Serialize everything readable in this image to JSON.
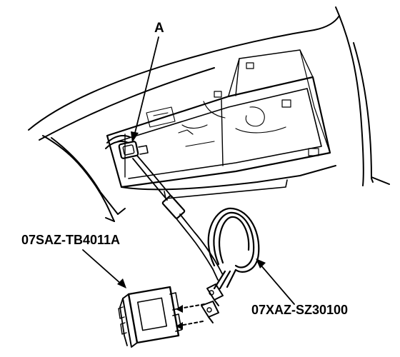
{
  "labels": {
    "callout_a": "A",
    "part_control_unit": "07SAZ-TB4011A",
    "part_harness": "07XAZ-SZ30100"
  },
  "colors": {
    "ink": "#000000",
    "paper": "#ffffff"
  }
}
